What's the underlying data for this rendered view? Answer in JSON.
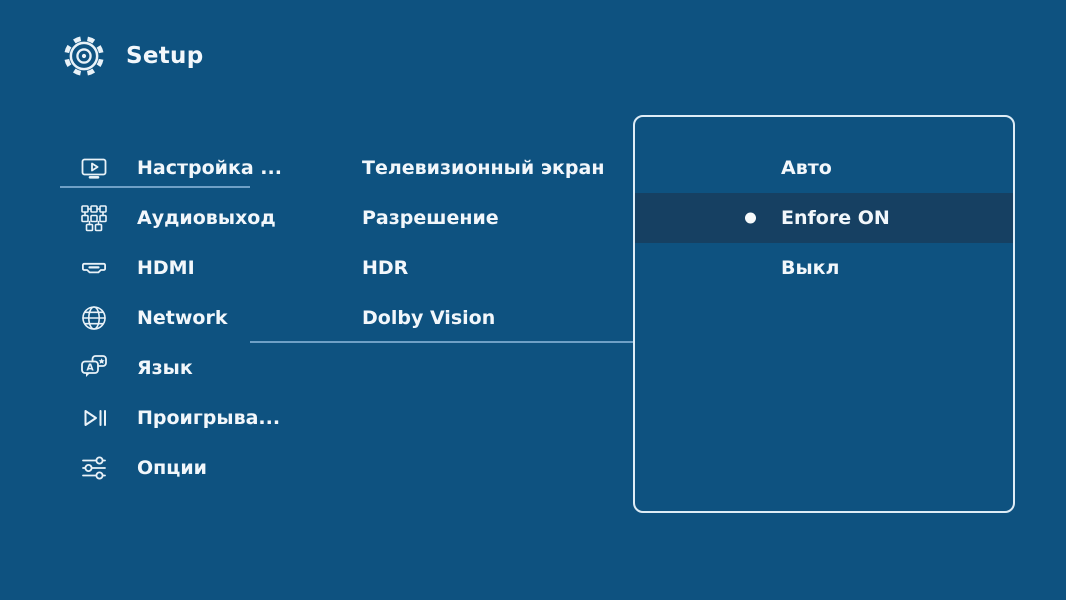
{
  "colors": {
    "background": "#0e5280",
    "highlight_row": "#164062",
    "text": "#f2f7fb",
    "panel_border": "#ddecf6",
    "underline": "#6fa0c6"
  },
  "header": {
    "title": "Setup",
    "icon": "gear-icon"
  },
  "sidebar": {
    "items": [
      {
        "label": "Настройка ...",
        "icon": "tv-play-icon",
        "selected": true
      },
      {
        "label": "Аудиовыход",
        "icon": "audio-matrix-icon",
        "selected": false
      },
      {
        "label": "HDMI",
        "icon": "hdmi-icon",
        "selected": false
      },
      {
        "label": "Network",
        "icon": "globe-icon",
        "selected": false
      },
      {
        "label": "Язык",
        "icon": "translate-icon",
        "selected": false
      },
      {
        "label": "Проигрыва...",
        "icon": "play-pause-icon",
        "selected": false
      },
      {
        "label": "Опции",
        "icon": "sliders-icon",
        "selected": false
      }
    ]
  },
  "settings_list": {
    "items": [
      {
        "label": "Телевизионный экран",
        "selected": false
      },
      {
        "label": "Разрешение",
        "selected": false
      },
      {
        "label": "HDR",
        "selected": false
      },
      {
        "label": "Dolby Vision",
        "selected": true
      }
    ]
  },
  "options_panel": {
    "items": [
      {
        "label": "Авто",
        "selected": false
      },
      {
        "label": "Enfore ON",
        "selected": true
      },
      {
        "label": "Выкл",
        "selected": false
      }
    ]
  }
}
